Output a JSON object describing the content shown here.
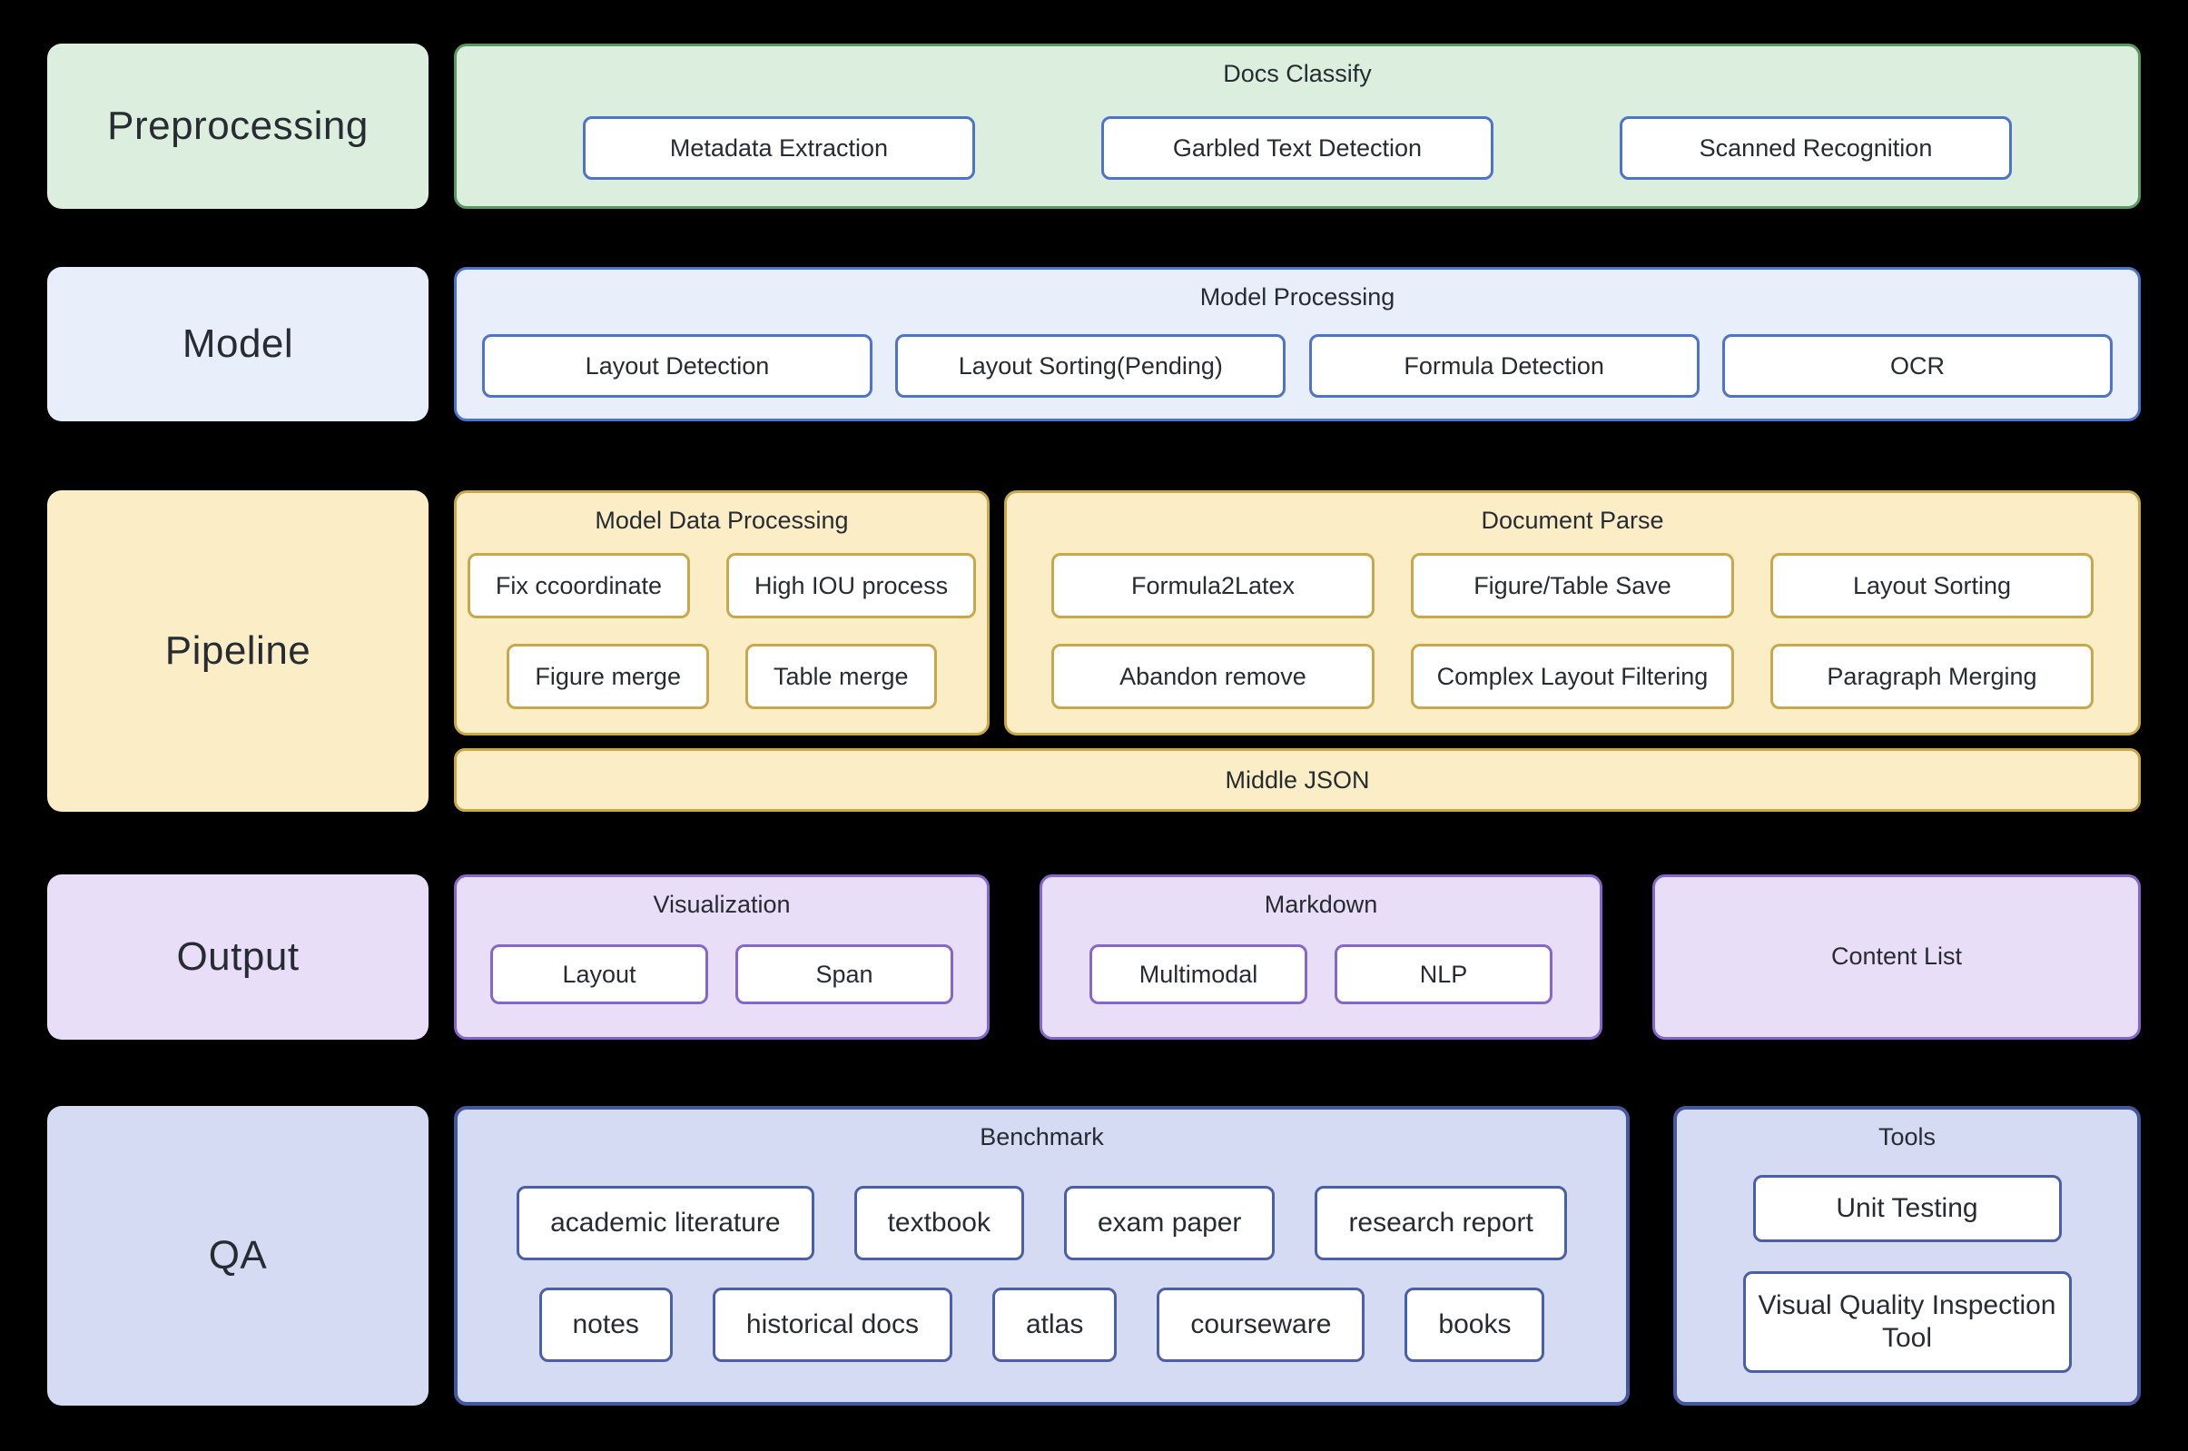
{
  "palette": {
    "background": "#000000",
    "text": "#272c33",
    "green_fill": "#dceedd",
    "green_border": "#5a9a62",
    "blue_fill": "#e9eefb",
    "blue_border": "#4d73cc",
    "gold_fill": "#fbeec7",
    "gold_border": "#c9a84b",
    "purple_fill": "#e9def8",
    "purple_border": "#8566cc",
    "slate_fill": "#d5dbf2",
    "slate_border": "#46589d"
  },
  "rows": {
    "preprocessing": {
      "label": "Preprocessing",
      "docs_classify": {
        "title": "Docs Classify",
        "chips": [
          "Metadata Extraction",
          "Garbled Text Detection",
          "Scanned Recognition"
        ]
      }
    },
    "model": {
      "label": "Model",
      "model_processing": {
        "title": "Model Processing",
        "chips": [
          "Layout Detection",
          "Layout Sorting(Pending)",
          "Formula Detection",
          "OCR"
        ]
      }
    },
    "pipeline": {
      "label": "Pipeline",
      "model_data_processing": {
        "title": "Model Data Processing",
        "chip_rows": [
          [
            "Fix ccoordinate",
            "High IOU process"
          ],
          [
            "Figure merge",
            "Table merge"
          ]
        ]
      },
      "document_parse": {
        "title": "Document Parse",
        "chip_rows": [
          [
            "Formula2Latex",
            "Figure/Table Save",
            "Layout Sorting"
          ],
          [
            "Abandon remove",
            "Complex Layout Filtering",
            "Paragraph Merging"
          ]
        ]
      },
      "middle_json_label": "Middle JSON"
    },
    "output": {
      "label": "Output",
      "visualization": {
        "title": "Visualization",
        "chips": [
          "Layout",
          "Span"
        ]
      },
      "markdown": {
        "title": "Markdown",
        "chips": [
          "Multimodal",
          "NLP"
        ]
      },
      "content_list": {
        "title": "Content List"
      }
    },
    "qa": {
      "label": "QA",
      "benchmark": {
        "title": "Benchmark",
        "chip_rows": [
          [
            "academic literature",
            "textbook",
            "exam paper",
            "research report"
          ],
          [
            "notes",
            "historical docs",
            "atlas",
            "courseware",
            "books"
          ]
        ]
      },
      "tools": {
        "title": "Tools",
        "chips": [
          "Unit Testing",
          "Visual Quality Inspection Tool"
        ]
      }
    }
  }
}
